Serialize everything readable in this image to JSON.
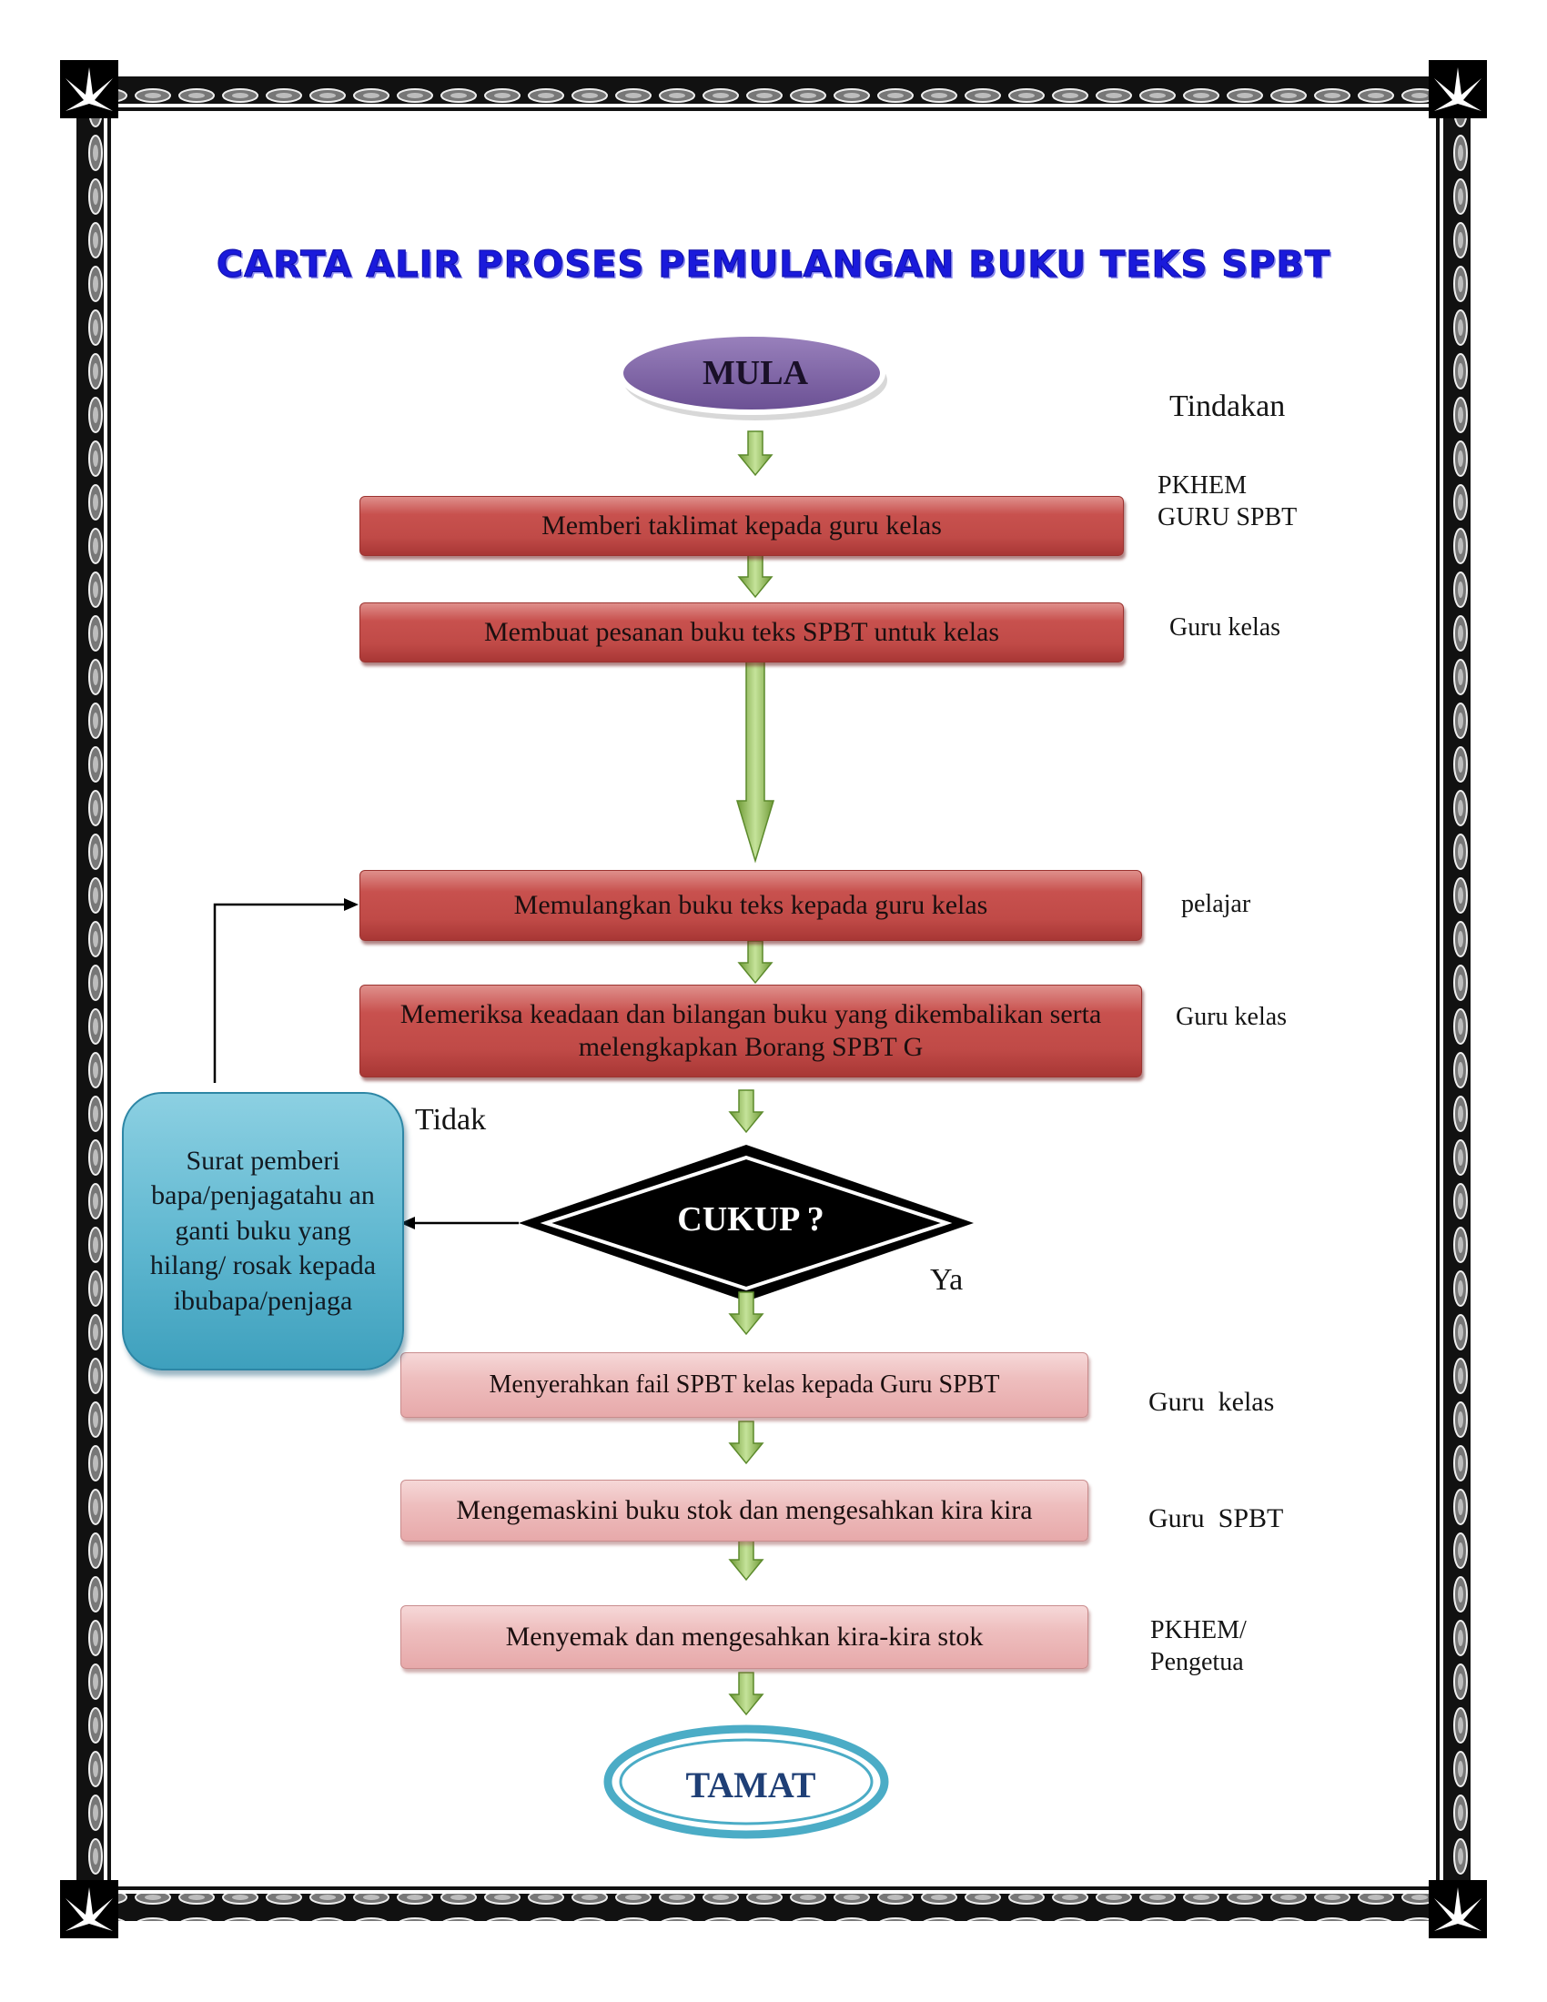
{
  "title": "CARTA ALIR PROSES PEMULANGAN BUKU TEKS SPBT",
  "start_label": "MULA",
  "end_label": "TAMAT",
  "role_header": "Tindakan",
  "steps": [
    {
      "text": "Memberi taklimat kepada guru kelas",
      "role": "PKHEM\nGURU SPBT"
    },
    {
      "text": "Membuat pesanan buku teks SPBT untuk kelas",
      "role": "Guru kelas"
    },
    {
      "text": "Memulangkan buku teks kepada guru kelas",
      "role": "pelajar"
    },
    {
      "text": "Memeriksa keadaan dan bilangan buku yang dikembalikan serta melengkapkan Borang SPBT G",
      "role": "Guru kelas"
    },
    {
      "text": "Menyerahkan fail SPBT kelas kepada Guru SPBT",
      "role": "Guru  kelas"
    },
    {
      "text": "Mengemaskini buku stok dan mengesahkan kira kira",
      "role": "Guru  SPBT"
    },
    {
      "text": "Menyemak dan mengesahkan kira-kira stok",
      "role": "PKHEM/\nPengetua"
    }
  ],
  "decision": {
    "label": "CUKUP ?",
    "no_label": "Tidak",
    "yes_label": "Ya"
  },
  "no_branch_text": "Surat pemberi bapa/penjagatahu an ganti buku yang hilang/ rosak kepada ibubapa/penjaga",
  "colors": {
    "title": "#1a1adb",
    "step_dark": "#c0504d",
    "step_light": "#eebebe",
    "start_fill": "#8064a2",
    "end_ring": "#4bacc6",
    "arrow_green": "#8fbc4f",
    "note_box": "#5fb7d0"
  }
}
